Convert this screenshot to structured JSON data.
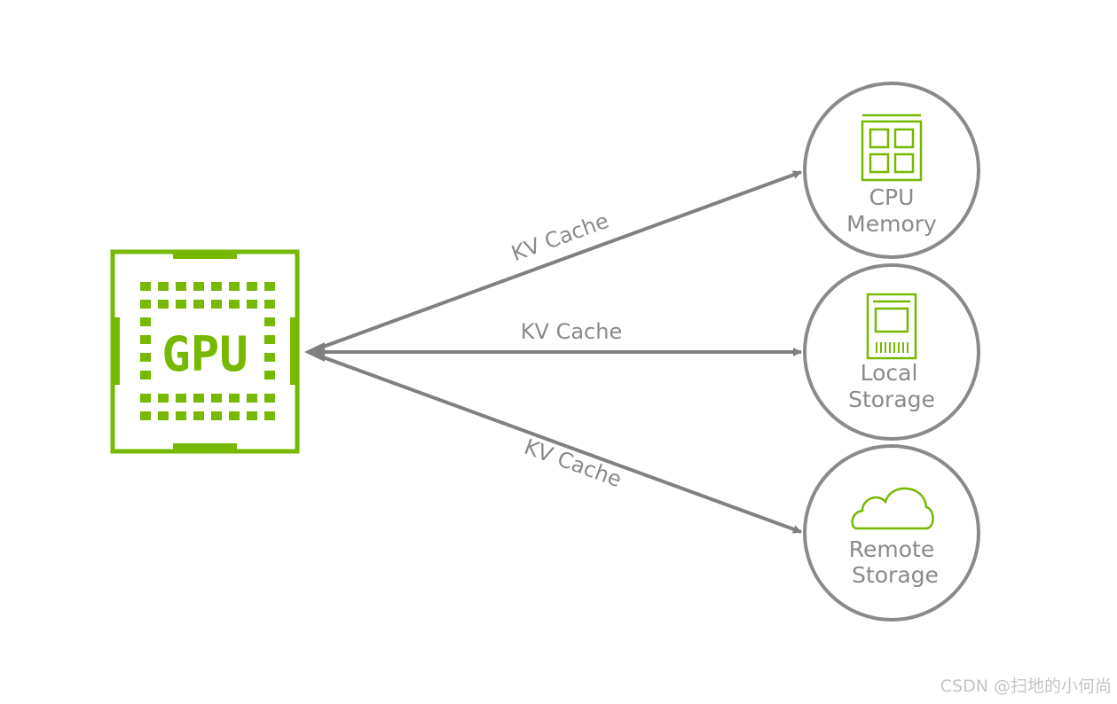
{
  "colors": {
    "accent": "#76b900",
    "arrow": "#808080",
    "text": "#8a8a8a",
    "circle": "#8a8a8a",
    "watermark": "#c4c4c4"
  },
  "gpu": {
    "label": "GPU",
    "icon": "gpu-chip-icon"
  },
  "edges": [
    {
      "label": "KV Cache",
      "target": "cpu-memory"
    },
    {
      "label": "KV Cache",
      "target": "local-storage"
    },
    {
      "label": "KV Cache",
      "target": "remote-storage"
    }
  ],
  "nodes": [
    {
      "id": "cpu-memory",
      "line1": "CPU",
      "line2": "Memory",
      "icon": "cpu-icon"
    },
    {
      "id": "local-storage",
      "line1": "Local",
      "line2": "Storage",
      "icon": "ssd-icon"
    },
    {
      "id": "remote-storage",
      "line1": "Remote",
      "line2": "Storage",
      "icon": "cloud-icon"
    }
  ],
  "watermark": "CSDN @扫地的小何尚"
}
